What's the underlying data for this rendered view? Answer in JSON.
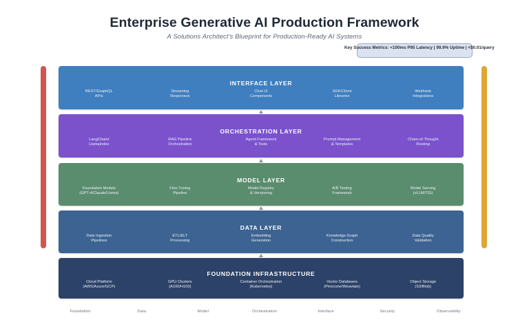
{
  "header": {
    "title": "Enterprise Generative AI Production Framework",
    "subtitle": "A Solutions Architect's Blueprint for Production-Ready AI Systems",
    "metrics": "Key Success Metrics: <100ms P95 Latency | 99.9% Uptime | <$0.01/query"
  },
  "side_bars": {
    "left_color": "#D0564F",
    "right_color": "#DFA636"
  },
  "chart_data": {
    "type": "diagram",
    "title": "Enterprise Generative AI Production Framework",
    "layers": [
      {
        "name": "INTERFACE LAYER",
        "color": "#3F7EBF",
        "components": [
          "REST/GraphQL\nAPIs",
          "Streaming\nResponses",
          "Chat UI\nComponents",
          "SDK/Client\nLibraries",
          "Webhook\nIntegrations"
        ]
      },
      {
        "name": "ORCHESTRATION LAYER",
        "color": "#7B52CC",
        "components": [
          "LangChain/\nLlamaIndex",
          "RAG Pipeline\nOrchestration",
          "Agent Framework\n& Tools",
          "Prompt Management\n& Templates",
          "Chain-of-Thought\nRouting"
        ]
      },
      {
        "name": "MODEL LAYER",
        "color": "#5A8C6E",
        "components": [
          "Foundation Models\n(GPT-4/Claude/Llama)",
          "Fine-Tuning\nPipeline",
          "Model Registry\n& Versioning",
          "A/B Testing\nFramework",
          "Model Serving\n(vLLM/TGI)"
        ]
      },
      {
        "name": "DATA LAYER",
        "color": "#3C6391",
        "components": [
          "Data Ingestion\nPipelines",
          "ETL/ELT\nProcessing",
          "Embedding\nGeneration",
          "Knowledge Graph\nConstruction",
          "Data Quality\nValidation"
        ]
      },
      {
        "name": "FOUNDATION INFRASTRUCTURE",
        "color": "#2C4268",
        "components": [
          "Cloud Platform\n(AWS/Azure/GCP)",
          "GPU Clusters\n(A100/H100)",
          "Container Orchestration\n(Kubernetes)",
          "Vector Databases\n(Pinecone/Weaviate)",
          "Object Storage\n(S3/Blob)"
        ]
      }
    ],
    "capabilities": [
      "Foundation",
      "Data",
      "Model",
      "Orchestration",
      "Interface",
      "Security",
      "Observability"
    ]
  }
}
